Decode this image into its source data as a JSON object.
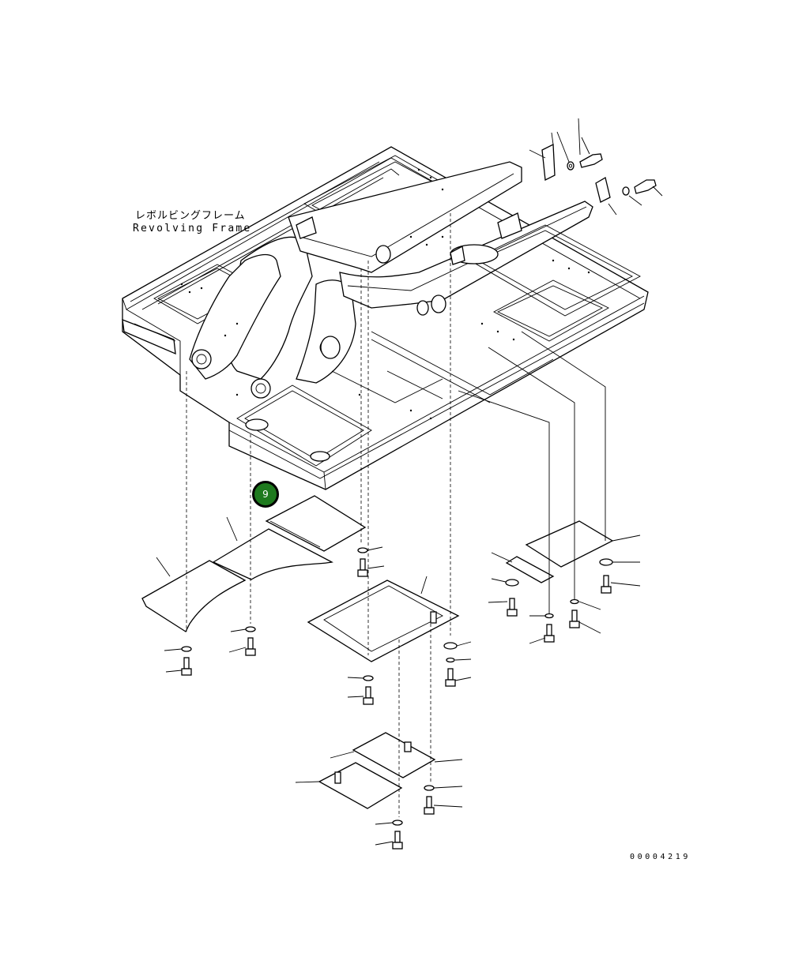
{
  "diagram": {
    "label_jp": "レボルビングフレーム",
    "label_en": "Revolving Frame",
    "callout_number": "9",
    "callout_color": "#1e7a1e",
    "drawing_number": "00004219"
  }
}
